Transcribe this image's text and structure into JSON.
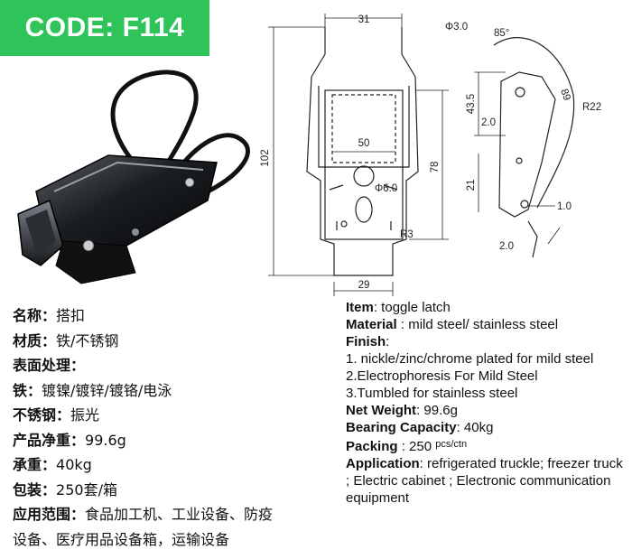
{
  "badge": {
    "code": "CODE: F114",
    "color": "#2fc45a"
  },
  "drawing_labels": {
    "width_top": "31",
    "inner_width": "50",
    "bottom_width": "29",
    "total_height": "102",
    "lower_height": "78",
    "hole": "Φ6.0",
    "radius_small": "R3",
    "wire_dia": "Φ3.0",
    "angle": "85°",
    "side_upper": "43.5",
    "side_thick": "2.0",
    "side_lower": "21",
    "radius_large": "R22",
    "side_89": "89",
    "side_one": "1.0",
    "side_bottom": "2.0"
  },
  "zh_specs": [
    {
      "label": "名称",
      "sep": "：",
      "value": "搭扣"
    },
    {
      "label": "材质",
      "sep": "：",
      "value": "铁/不锈钢"
    },
    {
      "label": "表面处理",
      "sep": "：",
      "value": ""
    },
    {
      "label": "铁",
      "sep": "：",
      "value": "镀镍/镀锌/镀铬/电泳"
    },
    {
      "label": "不锈钢",
      "sep": "：",
      "value": "振光"
    },
    {
      "label": "产品净重",
      "sep": "：",
      "value": "99.6g"
    },
    {
      "label": "承重",
      "sep": "：",
      "value": "40kg"
    },
    {
      "label": "包装",
      "sep": "：",
      "value": "250套/箱"
    },
    {
      "label": "应用范围",
      "sep": "：",
      "value": "食品加工机、工业设备、防疫"
    },
    {
      "label": "",
      "sep": "",
      "value": "设备、医疗用品设备箱，运输设备"
    }
  ],
  "en_specs": {
    "item_label": "Item",
    "item_value": ": toggle latch",
    "material_label": "Material",
    "material_value": " : mild steel/ stainless steel",
    "finish_label": "Finish",
    "finish_sep": ":",
    "finish_1": "1. nickle/zinc/chrome plated for mild steel",
    "finish_2": "2.Electrophoresis For Mild Steel",
    "finish_3": "3.Tumbled for stainless steel",
    "weight_label": "Net Weight",
    "weight_value": ": 99.6g",
    "capacity_label": "Bearing Capacity",
    "capacity_value": ": 40kg",
    "packing_label": "Packing",
    "packing_value": " : 250 ",
    "packing_unit": "pcs/ctn",
    "application_label": "Application",
    "application_value": ": refrigerated truckle; freezer truck ; Electric cabinet ; Electronic communication equipment"
  }
}
